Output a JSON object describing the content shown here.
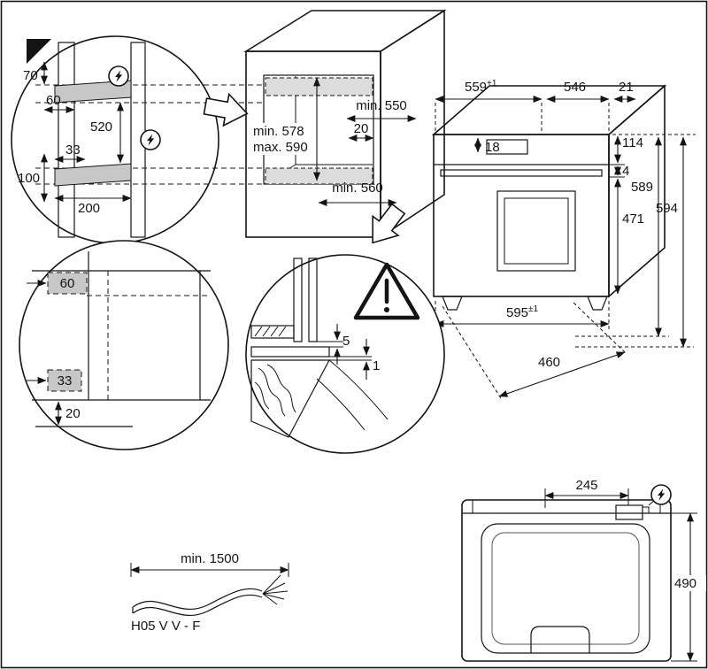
{
  "colors": {
    "line": "#141414",
    "rail_gray": "#c7c7c7",
    "band_gray": "#dcdcdc"
  },
  "side_detail": {
    "d70": "70",
    "d60": "60",
    "d520": "520",
    "d33": "33",
    "d100": "100",
    "d200": "200"
  },
  "cabinet": {
    "niche_width": "min. 550",
    "rail_offset": "20",
    "niche_height_min": "min. 578",
    "niche_height_max": "max. 590",
    "niche_depth": "min. 560"
  },
  "oven": {
    "w559": "559",
    "w559_tol": "+1",
    "w546": "546",
    "d21": "21",
    "d18": "18",
    "d114": "114",
    "d4": "4",
    "d471": "471",
    "h589": "589",
    "h594": "594",
    "w595": "595",
    "w595_tol": "±1",
    "depth460": "460"
  },
  "front_detail": {
    "d60": "60",
    "d33": "33",
    "d20": "20"
  },
  "clearance_detail": {
    "gap5": "5",
    "gap1": "1"
  },
  "cable": {
    "length": "min. 1500",
    "type": "H05 V V - F"
  },
  "top_view": {
    "d245": "245",
    "d490": "490"
  },
  "icons": {
    "high_voltage": "lightning-bolt",
    "warning": "exclamation-triangle",
    "pointer": "block-arrow"
  }
}
